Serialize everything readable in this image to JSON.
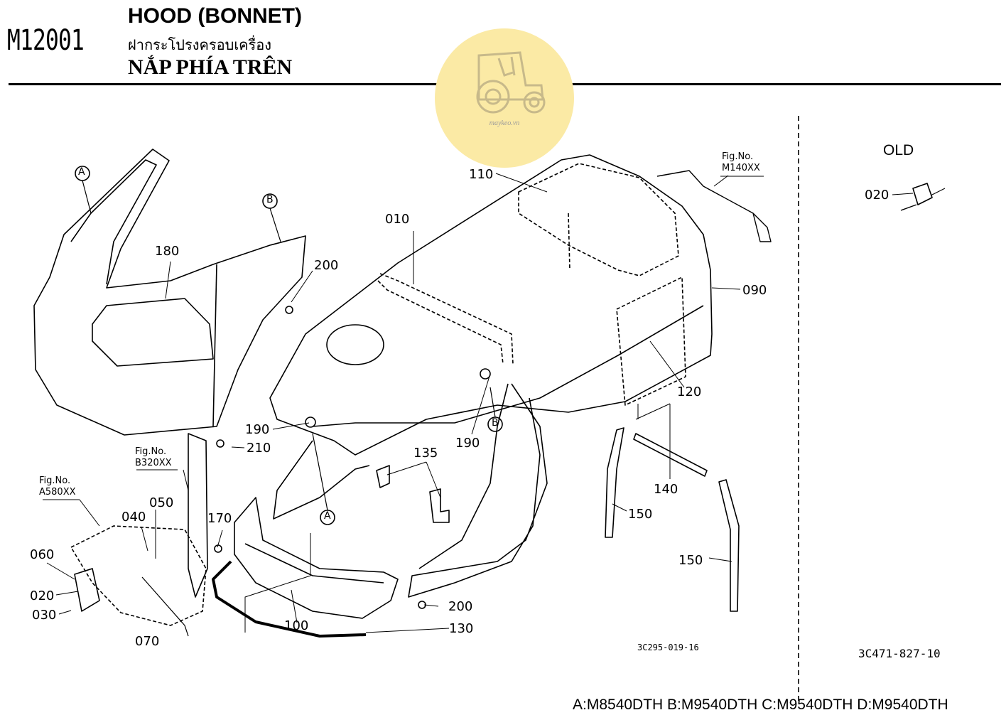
{
  "header": {
    "code": "M12001",
    "title_en": "HOOD (BONNET)",
    "title_th": "ฝากระโปรงครอบเครื่อง",
    "title_vn": "NẮP PHÍA TRÊN"
  },
  "watermark": {
    "text": "maykeo.vn",
    "color": "#fbeaa5"
  },
  "callouts": [
    {
      "id": "c010",
      "text": "010"
    },
    {
      "id": "c020a",
      "text": "020"
    },
    {
      "id": "c020b",
      "text": "020"
    },
    {
      "id": "c030",
      "text": "030"
    },
    {
      "id": "c040",
      "text": "040"
    },
    {
      "id": "c050",
      "text": "050"
    },
    {
      "id": "c060",
      "text": "060"
    },
    {
      "id": "c070",
      "text": "070"
    },
    {
      "id": "c090",
      "text": "090"
    },
    {
      "id": "c100",
      "text": "100"
    },
    {
      "id": "c110",
      "text": "110"
    },
    {
      "id": "c120",
      "text": "120"
    },
    {
      "id": "c130",
      "text": "130"
    },
    {
      "id": "c135",
      "text": "135"
    },
    {
      "id": "c140",
      "text": "140"
    },
    {
      "id": "c150a",
      "text": "150"
    },
    {
      "id": "c150b",
      "text": "150"
    },
    {
      "id": "c170",
      "text": "170"
    },
    {
      "id": "c180",
      "text": "180"
    },
    {
      "id": "c190a",
      "text": "190"
    },
    {
      "id": "c190b",
      "text": "190"
    },
    {
      "id": "c200a",
      "text": "200"
    },
    {
      "id": "c200b",
      "text": "200"
    },
    {
      "id": "c210",
      "text": "210"
    }
  ],
  "markers": [
    "A",
    "B",
    "B",
    "A"
  ],
  "fig_refs": [
    {
      "label": "Fig.No.",
      "code": "M140XX"
    },
    {
      "label": "Fig.No.",
      "code": "B320XX"
    },
    {
      "label": "Fig.No.",
      "code": "A580XX"
    }
  ],
  "old_label": "OLD",
  "drawing_code_left": "3C295-019-16",
  "drawing_code_right": "3C471-827-10",
  "footer": "A:M8540DTH B:M9540DTH C:M9540DTH D:M9540DTH"
}
